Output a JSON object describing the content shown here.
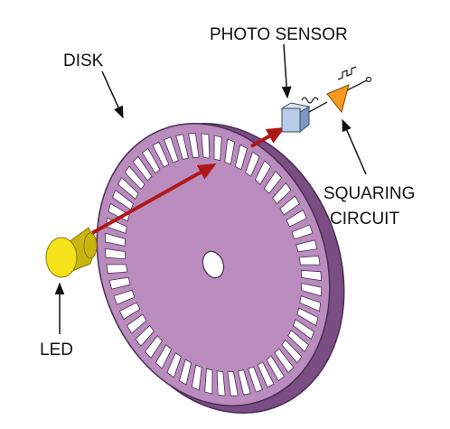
{
  "labels": {
    "disk": "DISK",
    "photo_sensor": "PHOTO SENSOR",
    "squaring_line1": "SQUARING",
    "squaring_line2": "CIRCUIT",
    "led": "LED"
  },
  "components": {
    "disk": {
      "slot_count": 52
    },
    "led": {
      "icon": "led-icon"
    },
    "photo_sensor": {
      "icon": "photo-sensor-icon"
    },
    "squaring_circuit": {
      "icon": "buffer-amplifier-triangle-icon"
    }
  },
  "colors": {
    "disk_face": "#b98cbd",
    "disk_edge": "#7a4e82",
    "disk_outline": "#4a2c55",
    "light_beam": "#b01818",
    "led_body": "#f5e21a",
    "led_shadow": "#c9b50f",
    "sensor_face": "#b9cce8",
    "sensor_side": "#7f97bf",
    "amplifier": "#f59a1c",
    "label_text": "#111111"
  }
}
